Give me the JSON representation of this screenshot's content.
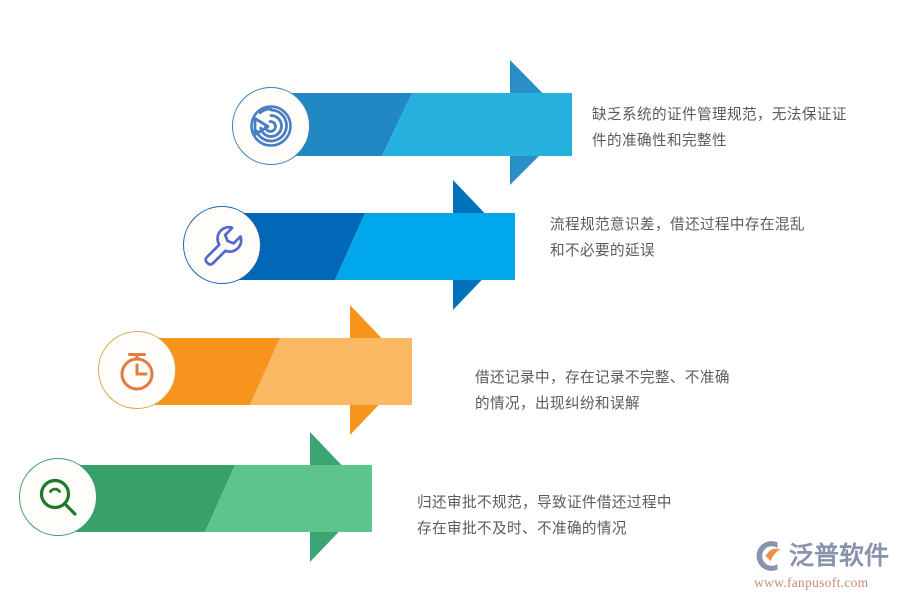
{
  "page": {
    "title": "证件借还管理问题信息图",
    "background_color": "#ffffff"
  },
  "rows": [
    {
      "index": 1,
      "icon_name": "spiral-arrow-icon",
      "icon_color": "#4a7ec4",
      "badge_border_color": "#3d7fb8",
      "color_dark": "#2089c4",
      "color_light": "#25b0de",
      "color_head": "#2a8fc6",
      "caption": "缺乏系统的证件管理规范，无法保证证\n件的准确性和完整性"
    },
    {
      "index": 2,
      "icon_name": "wrench-icon",
      "icon_color": "#5566cc",
      "badge_border_color": "#1b63a8",
      "color_dark": "#0068b6",
      "color_light": "#00a7ea",
      "color_head": "#0072bc",
      "caption": "流程规范意识差，借还过程中存在混乱\n和不必要的延误"
    },
    {
      "index": 3,
      "icon_name": "stopwatch-icon",
      "icon_color": "#e07c3e",
      "badge_border_color": "#d8a94e",
      "color_dark": "#f7941e",
      "color_light": "#fbb863",
      "color_head": "#f7941e",
      "caption": "借还记录中，存在记录不完整、不准确\n的情况，出现纠纷和误解"
    },
    {
      "index": 4,
      "icon_name": "magnifier-icon",
      "icon_color": "#1d7a26",
      "badge_border_color": "#3c9b74",
      "color_dark": "#38a169",
      "color_light": "#5ec48d",
      "color_head": "#3aa573",
      "caption": "归还审批不规范，导致证件借还过程中\n存在审批不及时、不准确的情况"
    }
  ],
  "logo": {
    "name": "泛普软件",
    "url": "www.fanpusoft.com",
    "word_color": "#8a93ad",
    "url_color": "#c98b72",
    "mark_blue": "#8a93ad",
    "mark_orange": "#ec8f4b"
  }
}
